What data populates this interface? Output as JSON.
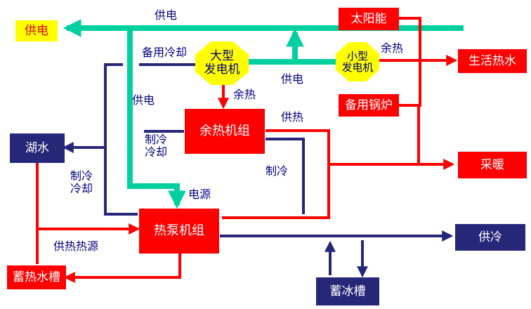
{
  "colors": {
    "red": "#ff0000",
    "navy": "#27277a",
    "teal": "#00d0a0",
    "yellow": "#ffff00",
    "text": "#000080"
  },
  "nodes": {
    "power_supply": "供电",
    "large_generator": [
      "大型",
      "发电机"
    ],
    "small_generator": [
      "小型",
      "发电机"
    ],
    "solar": "太阳能",
    "backup_boiler": "备用锅炉",
    "domestic_hot_water": "生活热水",
    "heating": "采暖",
    "waste_heat_unit": "余热机组",
    "lake_water": "湖水",
    "heat_pump_unit": "热泵机组",
    "cooling_supply": "供冷",
    "heat_storage_tank": "蓄热水槽",
    "ice_storage_tank": "蓄冰槽"
  },
  "labels": {
    "power_top": "供电",
    "backup_cooling": "备用冷却",
    "waste_heat_small": "余热",
    "power_mid": "供电",
    "waste_heat_large": "余热",
    "power_left": "供电",
    "heat_supply": "供热",
    "refrig_cooling_mid": "制冷冷却",
    "refrigeration": "制冷",
    "refrig_cooling_left": "制冷冷却",
    "power_source": "电源",
    "heat_source": "供热热源"
  }
}
